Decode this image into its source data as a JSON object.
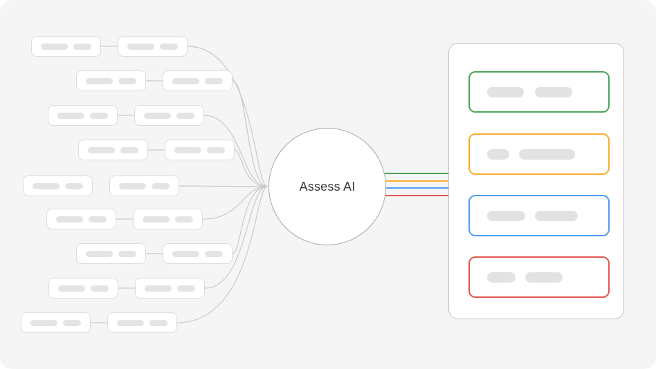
{
  "hub": {
    "label": "Assess AI"
  },
  "palette": {
    "green": "#4aa45a",
    "yellow": "#faab2d",
    "blue": "#509cf3",
    "red": "#e2554d",
    "connector": "#c9c9c9",
    "skeleton_border": "#dcdcdc",
    "skeleton_pill": "#e4e4e4",
    "circle_border": "#a9a9a9",
    "panel_border": "#c2c2c2",
    "background": "#f5f5f6"
  },
  "left_map": {
    "row_count": 9,
    "boxes_per_row": 2,
    "rows_with_pair_connector": 8
  },
  "links": [
    {
      "id": "link-green",
      "color": "green"
    },
    {
      "id": "link-yellow",
      "color": "yellow"
    },
    {
      "id": "link-blue",
      "color": "blue"
    },
    {
      "id": "link-red",
      "color": "red"
    }
  ],
  "right_panel": {
    "cards": [
      {
        "id": "card-green",
        "accent": "green",
        "pill_count": 2
      },
      {
        "id": "card-yellow",
        "accent": "yellow",
        "pill_count": 2
      },
      {
        "id": "card-blue",
        "accent": "blue",
        "pill_count": 2
      },
      {
        "id": "card-red",
        "accent": "red",
        "pill_count": 2
      }
    ]
  }
}
